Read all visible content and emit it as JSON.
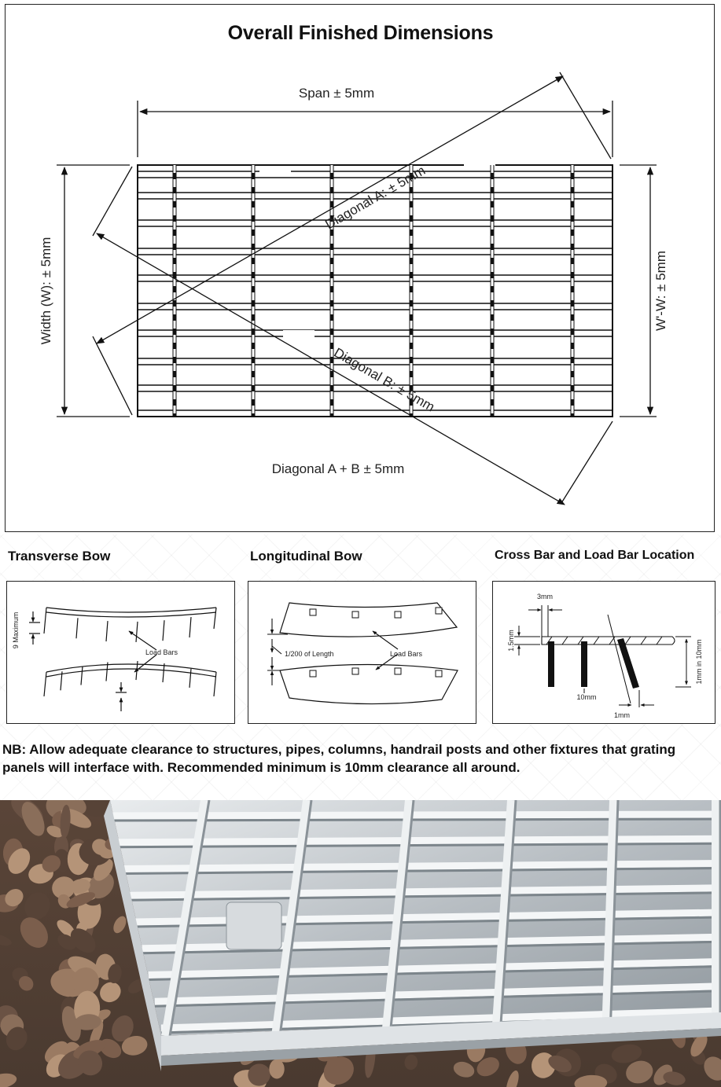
{
  "main": {
    "title": "Overall Finished Dimensions",
    "span_label": "Span ± 5mm",
    "width_label": "Width (W): ± 5mm",
    "w_prime_label": "W'-W: ± 5mm",
    "diagonal_a_label": "Diagonal A: ± 5mm",
    "diagonal_b_label": "Diagonal B: ± 5mm",
    "diagonal_ab_label": "Diagonal A + B  ± 5mm"
  },
  "transverse": {
    "title": "Transverse Bow",
    "max_label": "9 Maximum",
    "load_bars_label": "Load Bars"
  },
  "longitudinal": {
    "title": "Longitudinal Bow",
    "length_label": "1/200 of Length",
    "load_bars_label": "Load Bars"
  },
  "crossbar": {
    "title": "Cross Bar and Load Bar Location",
    "label_3mm": "3mm",
    "label_1_5mm": "1.5mm",
    "label_10mm": "10mm",
    "label_1mm": "1mm",
    "label_1mm_in_10mm": "1mm in 10mm"
  },
  "note": {
    "text": "NB: Allow adequate clearance to structures, pipes, columns, handrail posts and other fixtures that grating panels will interface with. Recommended minimum is 10mm clearance all around."
  },
  "photo": {
    "icon": "steel-grating-photo-icon"
  }
}
